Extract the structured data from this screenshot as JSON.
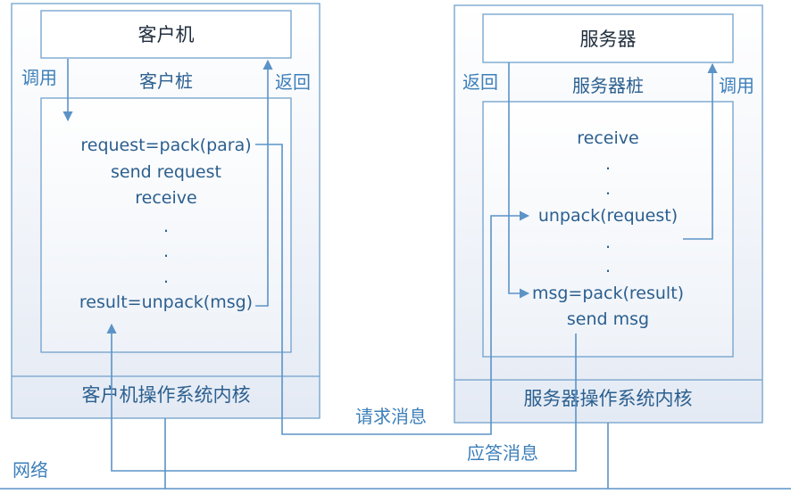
{
  "client": {
    "title": "客户机",
    "stub_label": "客户桩",
    "call_label": "调用",
    "return_label": "返回",
    "code": {
      "line1": "request=pack(para)",
      "line2": "send request",
      "line3": "receive",
      "line4": "result=unpack(msg)"
    },
    "kernel_label": "客户机操作系统内核"
  },
  "server": {
    "title": "服务器",
    "stub_label": "服务器桩",
    "call_label": "调用",
    "return_label": "返回",
    "code": {
      "line1": "receive",
      "line2": "unpack(request)",
      "line3": "msg=pack(result)",
      "line4": "send msg"
    },
    "kernel_label": "服务器操作系统内核"
  },
  "network": {
    "label": "网络",
    "request_msg": "请求消息",
    "response_msg": "应答消息"
  },
  "colors": {
    "box_border": "#6fa0cc",
    "line": "#5b93c7",
    "fill_top": "#ffffff",
    "fill_bottom": "#e6ecf5"
  }
}
